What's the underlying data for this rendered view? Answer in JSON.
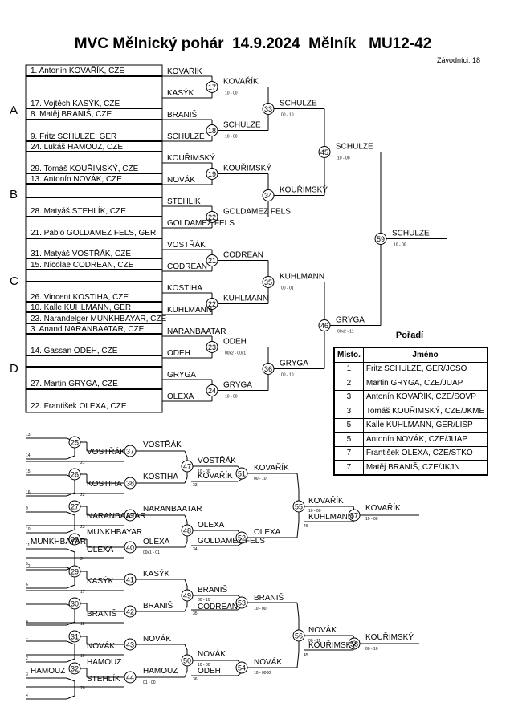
{
  "event": {
    "title": "MVC Mělnický pohár  14.9.2024  Mělník   MU12-42",
    "competitors_count": "Závodníci: 18"
  },
  "pools": [
    "A",
    "B",
    "C",
    "D"
  ],
  "entries": [
    "1. Antonín KOVAŘÍK, CZE",
    "17. Vojtěch KASÝK, CZE",
    "8. Matěj BRANIŠ, CZE",
    "9. Fritz SCHULZE, GER",
    "24. Lukáš HAMOUZ, CZE",
    "29. Tomáš KOUŘIMSKÝ, CZE",
    "13. Antonín NOVÁK, CZE",
    "",
    "28. Matyáš STEHLÍK, CZE",
    "21. Pablo GOLDAMEZ FELS, GER",
    "31. Matyáš VOSTŘÁK, CZE",
    "15. Nicolae CODREAN, CZE",
    "",
    "26. Vincent KOSTIHA, CZE",
    "10. Kalle KUHLMANN, GER",
    "23. Narandelger MUNKHBAYAR, CZE",
    "3. Anand NARANBAATAR, CZE",
    "14. Gassan ODEH, CZE",
    "",
    "27. Martin GRYGA, CZE",
    "22. František OLEXA, CZE"
  ],
  "main_bracket": {
    "r1_names": [
      "KOVAŘÍK",
      "KASÝK",
      "BRANIŠ",
      "SCHULZE",
      "KOUŘIMSKÝ",
      "NOVÁK",
      "STEHLÍK",
      "GOLDAMEZ FELS",
      "VOSTŘÁK",
      "CODREAN",
      "KOSTIHA",
      "KUHLMANN",
      "NARANBAATAR",
      "ODEH",
      "GRYGA",
      "OLEXA"
    ],
    "r1_matches": [
      "17",
      "18",
      "19",
      "22",
      "21",
      "22",
      "23",
      "24"
    ],
    "r2_names": [
      "KOVAŘÍK",
      "SCHULZE",
      "KOUŘIMSKÝ",
      "GOLDAMEZ FELS",
      "CODREAN",
      "KUHLMANN",
      "ODEH",
      "GRYGA"
    ],
    "r2_scores": [
      "10 - 00",
      "10 - 00",
      "",
      "",
      "",
      "",
      "00x2 - 00x1",
      "10 - 00"
    ],
    "r2_matches": [
      "33",
      "34",
      "35",
      "36"
    ],
    "r3_names": [
      "SCHULZE",
      "KOUŘIMSKÝ",
      "KUHLMANN",
      "GRYGA"
    ],
    "r3_scores": [
      "00 - 10",
      "",
      "00 - 01",
      "00 - 10"
    ],
    "r3_matches": [
      "45",
      "46"
    ],
    "r4_names": [
      "SCHULZE",
      "GRYGA"
    ],
    "r4_scores": [
      "10 - 00",
      "00x2 - 11"
    ],
    "final_match": "59",
    "winner": "SCHULZE",
    "winner_score": "10 - 00"
  },
  "repechage": {
    "upper": {
      "seeds": [
        "13",
        "14",
        "21",
        "15",
        "16",
        "22",
        "9",
        "10",
        "23",
        "11",
        "12",
        "24"
      ],
      "m25": "25",
      "m26": "26",
      "m27": "27",
      "m28": "28",
      "m37": "37",
      "m38": "38",
      "m39": "39",
      "m40": "40",
      "m47": "47",
      "m48": "48",
      "m51": "51",
      "m52": "52",
      "m55": "55",
      "m57": "57",
      "labels": {
        "vostrak_a": "VOSTŘÁK",
        "kostiha_a": "KOSTIHA",
        "vostrak_b": "VOSTŘÁK",
        "kostiha_b": "KOSTIHA",
        "vostrak_c": "VOSTŘÁK",
        "kovarik_a": "KOVAŘÍK",
        "kovarik_b": "KOVAŘÍK",
        "naranbaatar_a": "NARANBAATAR",
        "munkhbayar_a": "MUNKHBAYAR",
        "munkhbayar_b": "MUNKHBAYAR",
        "naranbaatar_b": "NARANBAATAR",
        "olexa_a": "OLEXA",
        "olexa_b": "OLEXA",
        "olexa_c": "OLEXA",
        "olexa_d": "OLEXA",
        "goldamez": "GOLDAMEZ FELS",
        "kovarik_c": "KOVAŘÍK",
        "kuhlmann": "KUHLMANN",
        "kovarik_final": "KOVAŘÍK"
      },
      "scores": {
        "s47": "10 - 00",
        "s51": "00 - 10",
        "s40": "00x1 - 01",
        "s52": "",
        "s55_a": "10 - 00",
        "s57": "10 - 00",
        "s33": "33",
        "s34": "34",
        "s46": "46"
      }
    },
    "lower": {
      "seeds": [
        "5",
        "6",
        "17",
        "7",
        "8",
        "18",
        "1",
        "2",
        "19",
        "3",
        "4",
        "20"
      ],
      "m29": "29",
      "m30": "30",
      "m31": "31",
      "m32": "32",
      "m41": "41",
      "m42": "42",
      "m43": "43",
      "m44": "44",
      "m49": "49",
      "m50": "50",
      "m53": "53",
      "m54": "54",
      "m56": "56",
      "m58": "58",
      "labels": {
        "kasyk_a": "KASÝK",
        "kasyk_b": "KASÝK",
        "branis_a": "BRANIŠ",
        "branis_b": "BRANIŠ",
        "branis_c": "BRANIŠ",
        "codrean": "CODREAN",
        "branis_d": "BRANIŠ",
        "novak_a": "NOVÁK",
        "novak_b": "NOVÁK",
        "hamouz_a": "HAMOUZ",
        "hamouz_b": "HAMOUZ",
        "stehlik": "STEHLÍK",
        "hamouz_c": "HAMOUZ",
        "novak_c": "NOVÁK",
        "odeh": "ODEH",
        "novak_d": "NOVÁK",
        "novak_e": "NOVÁK",
        "kourimsky": "KOUŘIMSKÝ",
        "kourimsky_final": "KOUŘIMSKÝ"
      },
      "scores": {
        "s49": "00 - 10",
        "s53": "10 - 00",
        "s44": "01 - 00",
        "s50": "10 - 00",
        "s54": "10 - 0000",
        "s56": "00 - 11",
        "s58": "00 - 10",
        "s35": "35",
        "s36": "36",
        "s45": "45"
      }
    }
  },
  "results": {
    "title": "Pořadí",
    "header_pos": "Místo.",
    "header_name": "Jméno",
    "rows": [
      {
        "pos": "1",
        "name": "Fritz SCHULZE, GER/JCSO"
      },
      {
        "pos": "2",
        "name": "Martin GRYGA, CZE/JUAP"
      },
      {
        "pos": "3",
        "name": "Antonín KOVAŘÍK, CZE/SOVP"
      },
      {
        "pos": "3",
        "name": "Tomáš KOUŘIMSKÝ, CZE/JKME"
      },
      {
        "pos": "5",
        "name": "Kalle KUHLMANN, GER/LISP"
      },
      {
        "pos": "5",
        "name": "Antonín NOVÁK, CZE/JUAP"
      },
      {
        "pos": "7",
        "name": "František OLEXA, CZE/STKO"
      },
      {
        "pos": "7",
        "name": "Matěj BRANIŠ, CZE/JKJN"
      }
    ]
  }
}
